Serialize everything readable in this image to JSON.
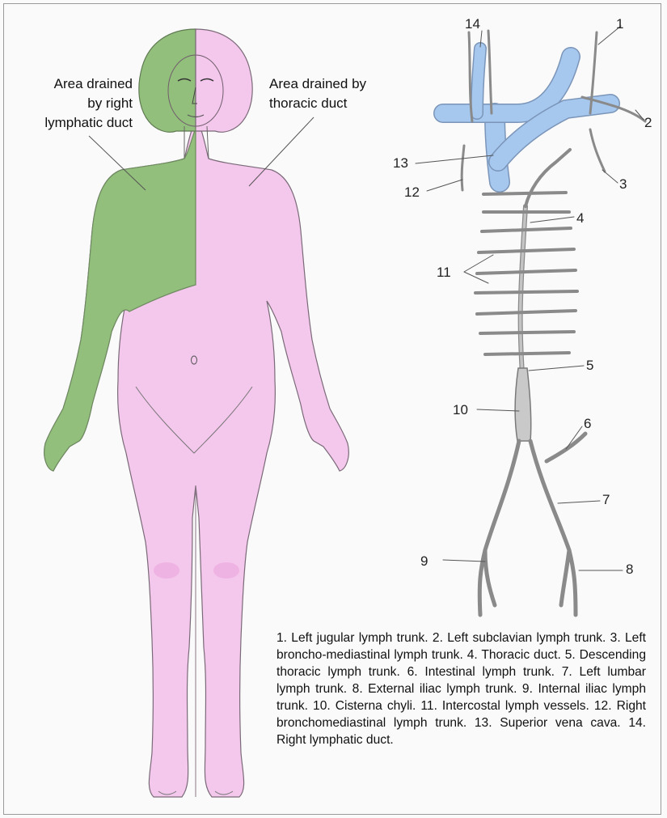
{
  "figure": {
    "region_labels": {
      "right_lymphatic_duct": [
        "Area drained",
        "by right",
        "lymphatic duct"
      ],
      "thoracic_duct": [
        "Area drained by",
        "thoracic duct"
      ]
    },
    "callouts": [
      "1",
      "2",
      "3",
      "4",
      "5",
      "6",
      "7",
      "8",
      "9",
      "10",
      "11",
      "12",
      "13",
      "14"
    ],
    "legend": "1. Left jugular lymph trunk. 2. Left subclavian lymph trunk. 3. Left broncho-mediastinal lymph trunk. 4. Thoracic duct. 5. Descending thoracic lymph trunk. 6. Intestinal lymph trunk. 7. Left lumbar lymph trunk. 8. External iliac lymph trunk. 9. Internal iliac lymph trunk. 10. Cisterna chyli. 11. Intercostal lymph vessels. 12. Right bronchomediastinal lymph trunk. 13. Superior vena cava. 14. Right lymphatic duct.",
    "colors": {
      "right_drainage_area": "#8fbf78",
      "thoracic_drainage_area": "#f3c6ea",
      "veins": "#9cc4ee",
      "lymph_vessels": "#a9a9a9"
    }
  }
}
